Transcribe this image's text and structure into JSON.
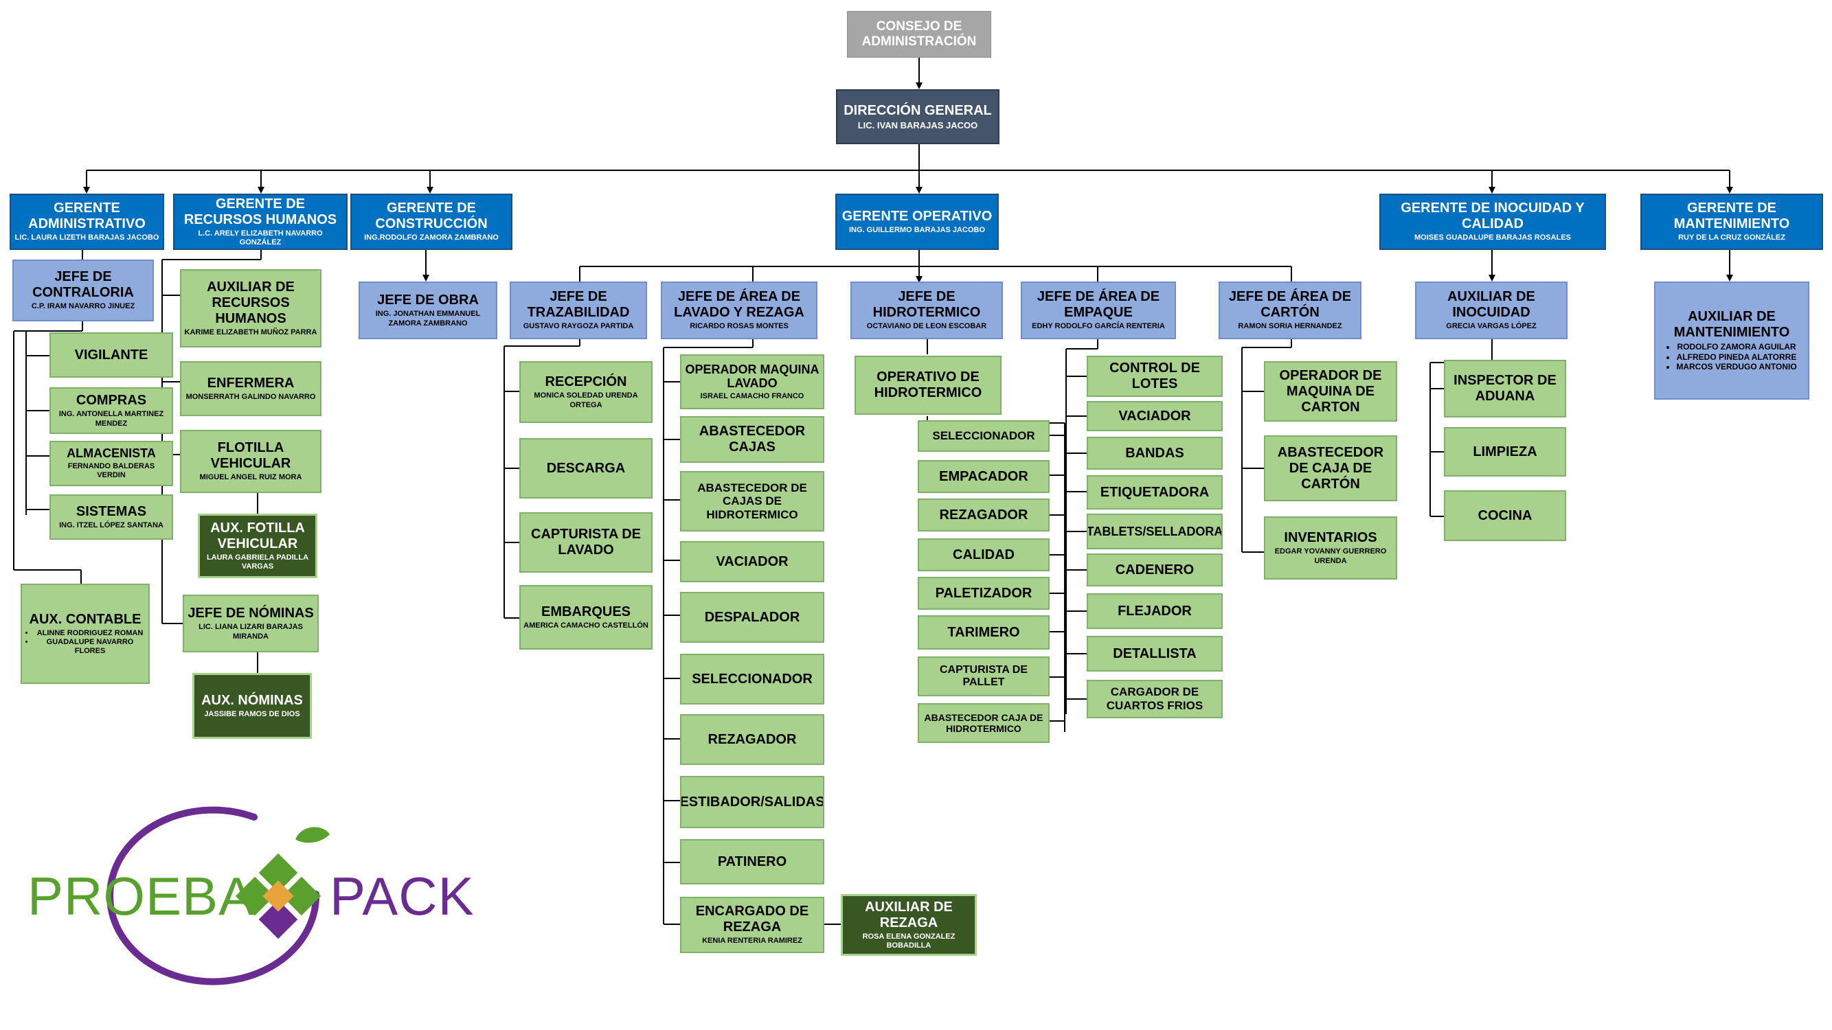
{
  "colors": {
    "board": "#a6a6a6",
    "director": "#44546a",
    "manager": "#0070c0",
    "chief": "#8faadc",
    "staff": "#a9d18e",
    "assistant": "#385723",
    "logo_green": "#5aa02c",
    "logo_purple": "#6b2c91",
    "logo_orange": "#e8a33c"
  },
  "board": {
    "title": "CONSEJO DE ADMINISTRACIÓN"
  },
  "director": {
    "title": "DIRECCIÓN GENERAL",
    "name": "LIC. IVAN BARAJAS JACOO"
  },
  "admin": {
    "manager": {
      "title": "GERENTE ADMINISTRATIVO",
      "name": "LIC. LAURA LIZETH BARAJAS JACOBO"
    },
    "contraloria": {
      "title": "JEFE DE CONTRALORIA",
      "name": "C.P. IRAM NAVARRO JINUEZ"
    },
    "vigilante": {
      "title": "VIGILANTE"
    },
    "compras": {
      "title": "COMPRAS",
      "name": "ING. ANTONELLA MARTINEZ MENDEZ"
    },
    "almacenista": {
      "title": "ALMACENISTA",
      "name": "FERNANDO BALDERAS VERDIN"
    },
    "sistemas": {
      "title": "SISTEMAS",
      "name": "ING. ITZEL LÓPEZ SANTANA"
    },
    "contable": {
      "title": "AUX. CONTABLE",
      "names": [
        "ALINNE RODRIGUEZ ROMAN",
        "GUADALUPE NAVARRO FLORES"
      ]
    }
  },
  "rh": {
    "manager": {
      "title": "GERENTE DE RECURSOS HUMANOS",
      "name": "L.C. ARELY ELIZABETH NAVARRO GONZÁLEZ"
    },
    "auxiliar": {
      "title": "AUXILIAR DE RECURSOS HUMANOS",
      "name": "KARIME ELIZABETH MUÑOZ PARRA"
    },
    "enfermera": {
      "title": "ENFERMERA",
      "name": "MONSERRATH GALINDO NAVARRO"
    },
    "flotilla": {
      "title": "FLOTILLA VEHICULAR",
      "name": "MIGUEL ANGEL RUIZ MORA"
    },
    "aux_flotilla": {
      "title": "AUX. FOTILLA VEHICULAR",
      "name": "LAURA GABRIELA PADILLA VARGAS"
    },
    "nominas": {
      "title": "JEFE DE NÓMINAS",
      "name": "LIC. LIANA LIZARI BARAJAS MIRANDA"
    },
    "aux_nominas": {
      "title": "AUX. NÓMINAS",
      "name": "JASSIBE RAMOS DE DIOS"
    }
  },
  "construccion": {
    "manager": {
      "title": "GERENTE DE CONSTRUCCIÓN",
      "name": "ING.RODOLFO ZAMORA ZAMBRANO"
    },
    "obra": {
      "title": "JEFE DE OBRA",
      "name": "ING. JONATHAN EMMANUEL ZAMORA ZAMBRANO"
    }
  },
  "operativo": {
    "manager": {
      "title": "GERENTE OPERATIVO",
      "name": "ING. GUILLERMO BARAJAS JACOBO"
    },
    "trazabilidad": {
      "chief": {
        "title": "JEFE DE TRAZABILIDAD",
        "name": "GUSTAVO RAYGOZA PARTIDA"
      },
      "staff": [
        {
          "title": "RECEPCIÓN",
          "name": "MONICA SOLEDAD URENDA ORTEGA"
        },
        {
          "title": "DESCARGA",
          "name": ""
        },
        {
          "title": "CAPTURISTA DE LAVADO",
          "name": ""
        },
        {
          "title": "EMBARQUES",
          "name": "AMERICA CAMACHO CASTELLÓN"
        }
      ]
    },
    "lavado": {
      "chief": {
        "title": "JEFE DE ÁREA DE LAVADO Y REZAGA",
        "name": "RICARDO ROSAS MONTES"
      },
      "staff": [
        {
          "title": "OPERADOR MAQUINA LAVADO",
          "name": "ISRAEL CAMACHO FRANCO"
        },
        {
          "title": "ABASTECEDOR CAJAS",
          "name": ""
        },
        {
          "title": "ABASTECEDOR DE CAJAS DE HIDROTERMICO",
          "name": ""
        },
        {
          "title": "VACIADOR",
          "name": ""
        },
        {
          "title": "DESPALADOR",
          "name": ""
        },
        {
          "title": "SELECCIONADOR",
          "name": ""
        },
        {
          "title": "REZAGADOR",
          "name": ""
        },
        {
          "title": "ESTIBADOR/SALIDAS",
          "name": ""
        },
        {
          "title": "PATINERO",
          "name": ""
        },
        {
          "title": "ENCARGADO DE REZAGA",
          "name": "KENIA RENTERIA RAMIREZ"
        }
      ],
      "aux_rezaga": {
        "title": "AUXILIAR DE REZAGA",
        "name": "ROSA ELENA GONZALEZ BOBADILLA"
      }
    },
    "hidrotermico": {
      "chief": {
        "title": "JEFE DE HIDROTERMICO",
        "name": "OCTAVIANO DE LEON ESCOBAR"
      },
      "operativo": {
        "title": "OPERATIVO DE HIDROTERMICO"
      },
      "staff": [
        "SELECCIONADOR",
        "EMPACADOR",
        "REZAGADOR",
        "CALIDAD",
        "PALETIZADOR",
        "TARIMERO",
        "CAPTURISTA DE PALLET",
        "ABASTECEDOR CAJA DE HIDROTERMICO"
      ]
    },
    "empaque": {
      "chief": {
        "title": "JEFE DE ÁREA DE EMPAQUE",
        "name": "EDHY RODOLFO GARCÍA RENTERIA"
      },
      "staff": [
        "CONTROL DE LOTES",
        "VACIADOR",
        "BANDAS",
        "ETIQUETADORA",
        "TABLETS/SELLADORA",
        "CADENERO",
        "FLEJADOR",
        "DETALLISTA",
        "CARGADOR DE CUARTOS FRIOS"
      ]
    },
    "carton": {
      "chief": {
        "title": "JEFE DE ÁREA DE CARTÓN",
        "name": "RAMON SORIA HERNANDEZ"
      },
      "staff": [
        {
          "title": "OPERADOR DE MAQUINA DE CARTON",
          "name": ""
        },
        {
          "title": "ABASTECEDOR DE CAJA DE CARTÓN",
          "name": ""
        },
        {
          "title": "INVENTARIOS",
          "name": "EDGAR YOVANNY GUERRERO URENDA"
        }
      ]
    }
  },
  "inocuidad": {
    "manager": {
      "title": "GERENTE DE INOCUIDAD Y CALIDAD",
      "name": "MOISES GUADALUPE BARAJAS ROSALES"
    },
    "auxiliar": {
      "title": "AUXILIAR DE INOCUIDAD",
      "name": "GRECIA VARGAS LÓPEZ"
    },
    "staff": [
      "INSPECTOR DE ADUANA",
      "LIMPIEZA",
      "COCINA"
    ]
  },
  "mantenimiento": {
    "manager": {
      "title": "GERENTE DE MANTENIMIENTO",
      "name": "RUY DE LA CRUZ GONZÁLEZ"
    },
    "auxiliar": {
      "title": "AUXILIAR DE MANTENIMIENTO",
      "names": [
        "RODOLFO ZAMORA AGUILAR",
        "ALFREDO PINEDA ALATORRE",
        "MARCOS VERDUGO ANTONIO"
      ]
    }
  },
  "logo": {
    "left": "PROEBA",
    "right": "PACK"
  }
}
